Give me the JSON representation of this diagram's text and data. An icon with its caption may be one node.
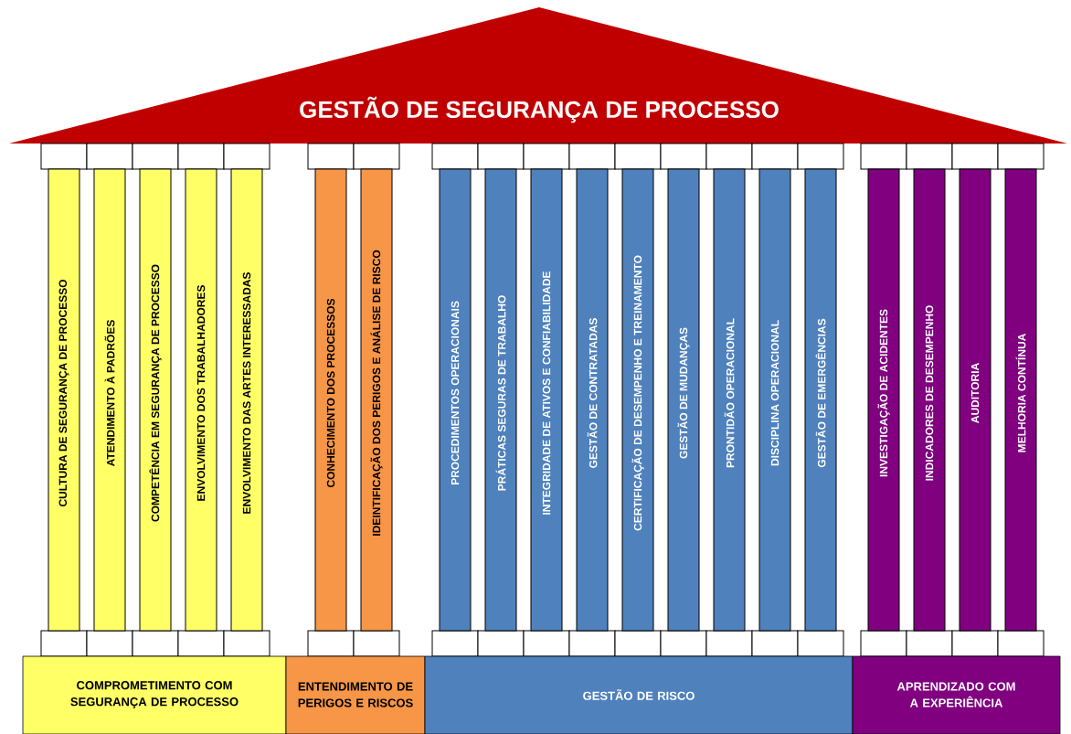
{
  "diagram": {
    "nodes": [
      {
        "text": [
          "GESTÃO DE SEGURANÇA DE PROCESSO"
        ]
      },
      {
        "text": [
          "CULTURA DE SEGURANÇA DE PROCESSO"
        ]
      },
      {
        "text": [
          "ATENDIMENTO À PADRÕES"
        ]
      },
      {
        "text": [
          "COMPETÊNCIA EM  SEGURANÇA DE PROCESSO"
        ]
      },
      {
        "text": [
          "ENVOLVIMENTO DOS TRABALHADORES"
        ]
      },
      {
        "text": [
          "ENVOLVIMENTO DAS ARTES INTERESSADAS"
        ]
      },
      {
        "text": [
          "CONHECIMENTO DOS PROCESSOS"
        ]
      },
      {
        "text": [
          "IDEINTIFICAÇÃO DOS PERIGOS E ANÁLISE DE RISCO"
        ]
      },
      {
        "text": [
          "PROCEDIMENTOS OPERACIONAIS"
        ]
      },
      {
        "text": [
          "PRÁTICAS SEGURAS DE TRABALHO"
        ]
      },
      {
        "text": [
          "INTEGRIDADE DE ATIVOS E CONFIABILIDADE"
        ]
      },
      {
        "text": [
          "GESTÃO DE CONTRATADAS"
        ]
      },
      {
        "text": [
          "CERTIFICAÇÃO DE DESEMPENHO E TREINAMENTO"
        ]
      },
      {
        "text": [
          "GESTÃO DE MUDANÇAS"
        ]
      },
      {
        "text": [
          "PRONTIDÃO OPERACIONAL"
        ]
      },
      {
        "text": [
          "DISCIPLINA OPERACIONAL"
        ]
      },
      {
        "text": [
          "GESTÃO DE EMERGÊNCIAS"
        ]
      },
      {
        "text": [
          "INVESTIGAÇÃO DE ACIDENTES"
        ]
      },
      {
        "text": [
          "INDICADORES DE DESEMPENHO"
        ]
      },
      {
        "text": [
          "AUDITORIA"
        ]
      },
      {
        "text": [
          "MELHORIA CONTÍNUA"
        ]
      },
      {
        "text": [
          "COMPROMETIMENTO COM SEGURANÇA DE PROCESSO"
        ]
      },
      {
        "text": [
          "ENTENDIMENTO DE PERIGOS E RISCOS"
        ]
      },
      {
        "text": [
          "GESTÃO DE RISCO"
        ]
      },
      {
        "text": [
          "APRENDIZADO COM A EXPERIÊNCIA"
        ]
      }
    ]
  }
}
